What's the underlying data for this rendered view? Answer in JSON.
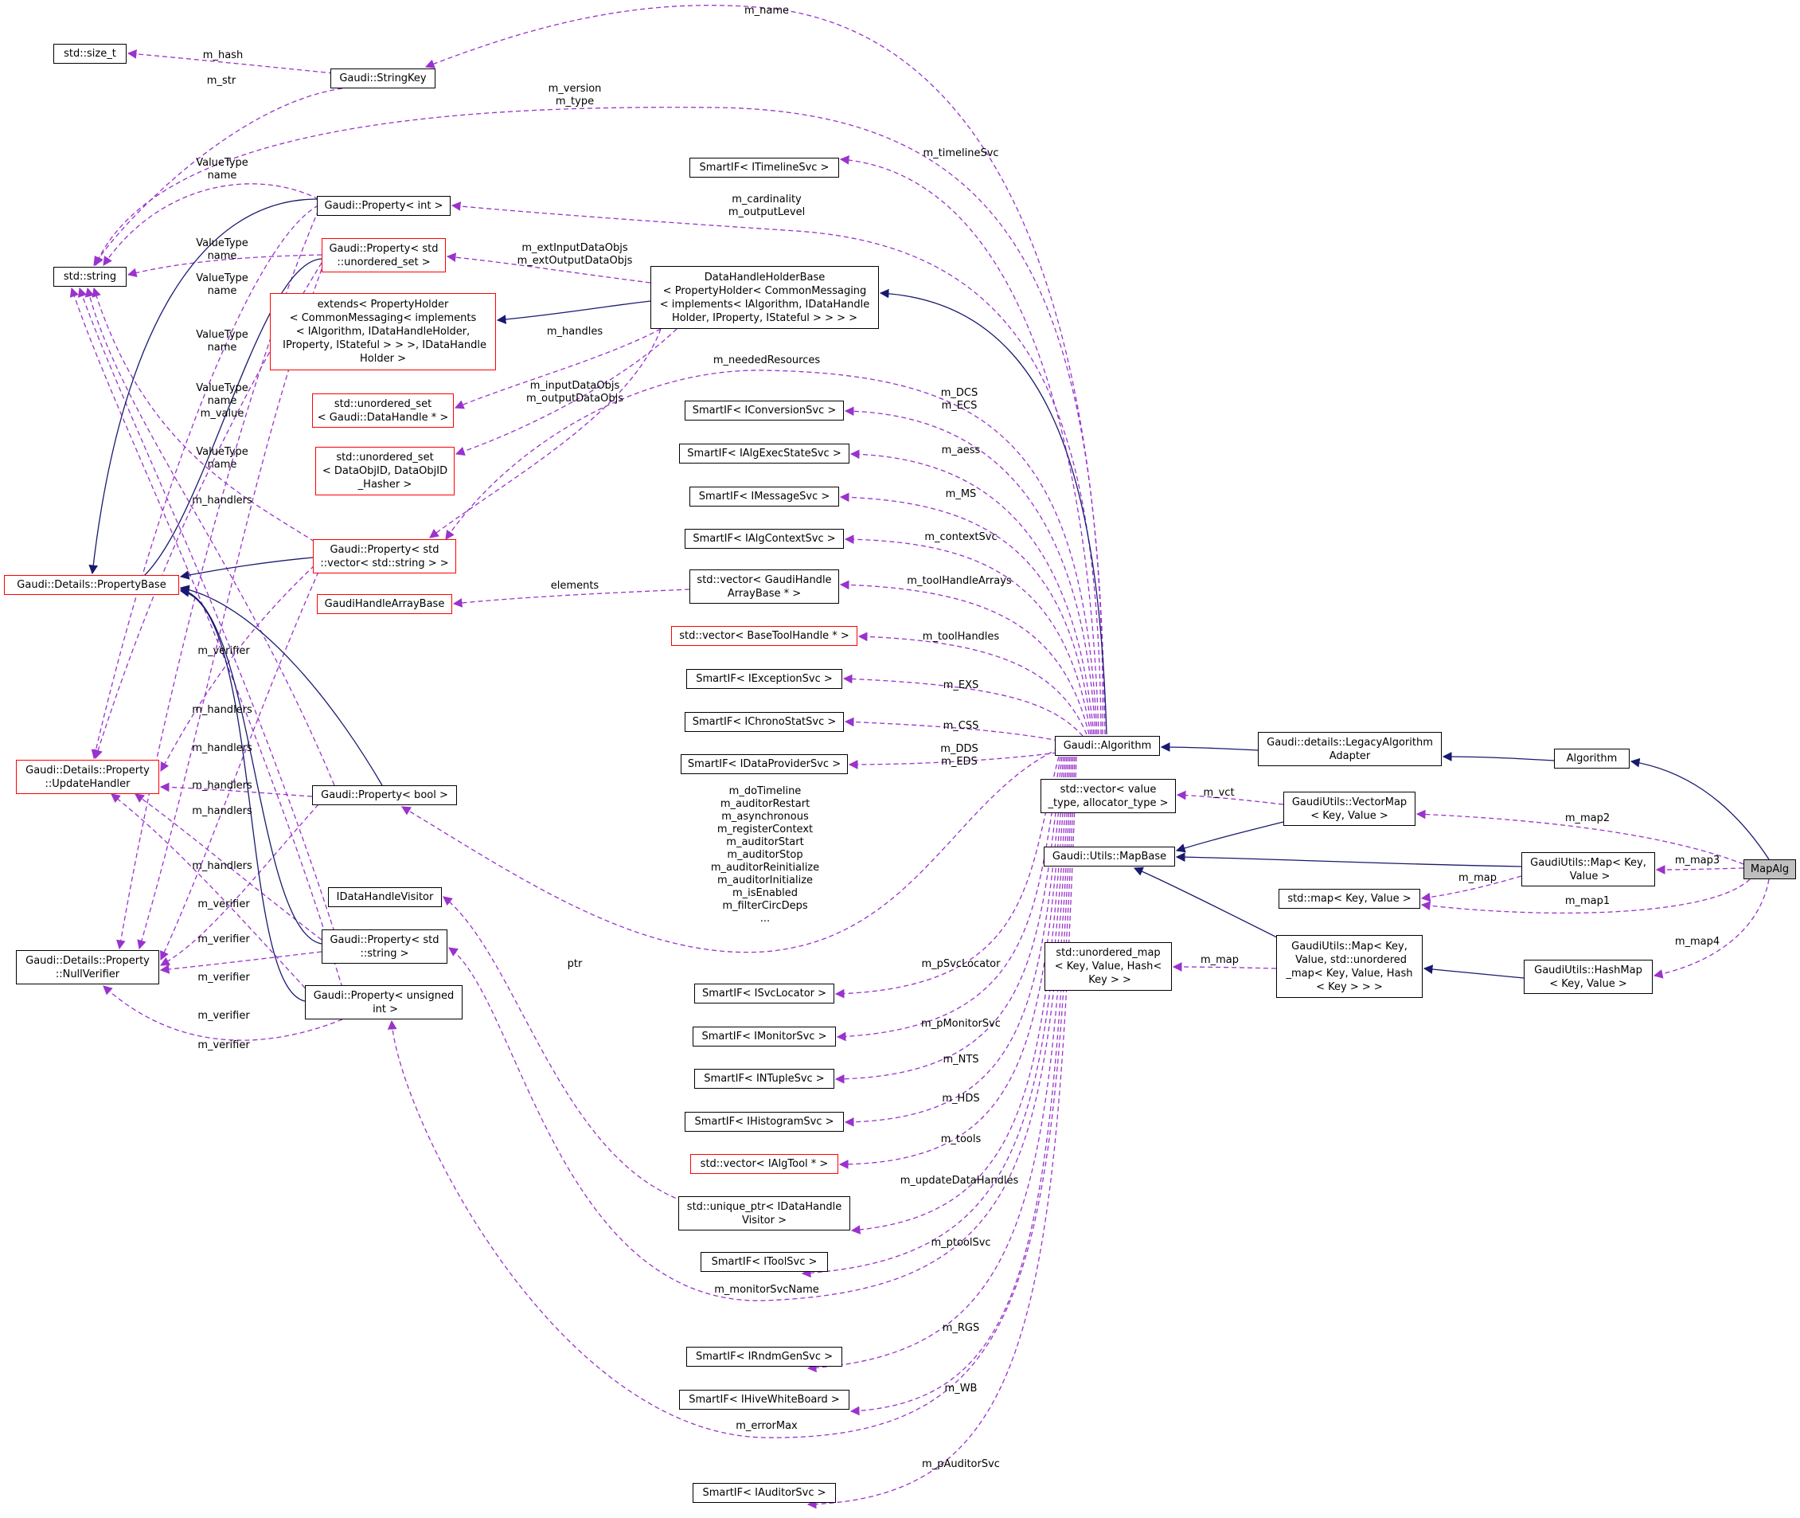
{
  "colors": {
    "inherit": "#191970",
    "usage": "#9a32cd",
    "node_border": "#000000",
    "incomplete_border": "#ff0000",
    "focus_fill": "#bfbfbf"
  },
  "nodes": {
    "size_t": "std::size_t",
    "stringkey": "Gaudi::StringKey",
    "stdstring": "std::string",
    "prop_int": "Gaudi::Property< int >",
    "prop_uset": "Gaudi::Property< std\n::unordered_set >",
    "extends": "extends< PropertyHolder\n< CommonMessaging< implements\n< IAlgorithm, IDataHandleHolder,\n IProperty, IStateful > > >, IDataHandle\nHolder >",
    "dhhb": "DataHandleHolderBase\n< PropertyHolder< CommonMessaging\n< implements< IAlgorithm, IDataHandle\nHolder, IProperty, IStateful > > > >",
    "uset_dh": "std::unordered_set\n< Gaudi::DataHandle * >",
    "uset_doid": "std::unordered_set\n< DataObjID, DataObjID\n_Hasher >",
    "prop_vec": "Gaudi::Property< std\n::vector< std::string > >",
    "propbase": "Gaudi::Details::PropertyBase",
    "gharraybase": "GaudiHandleArrayBase",
    "updhandler": "Gaudi::Details::Property\n::UpdateHandler",
    "prop_bool": "Gaudi::Property< bool >",
    "idhv": "IDataHandleVisitor",
    "nullverifier": "Gaudi::Details::Property\n::NullVerifier",
    "prop_string": "Gaudi::Property< std\n::string >",
    "prop_uint": "Gaudi::Property< unsigned\n int >",
    "timeline": "SmartIF< ITimelineSvc >",
    "conversion": "SmartIF< IConversionSvc >",
    "algexec": "SmartIF< IAlgExecStateSvc >",
    "message": "SmartIF< IMessageSvc >",
    "algctx": "SmartIF< IAlgContextSvc >",
    "vec_gha": "std::vector< GaudiHandle\nArrayBase * >",
    "vec_bth": "std::vector< BaseToolHandle * >",
    "exception": "SmartIF< IExceptionSvc >",
    "chrono": "SmartIF< IChronoStatSvc >",
    "dataprov": "SmartIF< IDataProviderSvc >",
    "svcloc": "SmartIF< ISvcLocator >",
    "monitor": "SmartIF< IMonitorSvc >",
    "ntuple": "SmartIF< INTupleSvc >",
    "histo": "SmartIF< IHistogramSvc >",
    "vec_algtool": "std::vector< IAlgTool * >",
    "uptr_dhv": "std::unique_ptr< IDataHandle\nVisitor >",
    "toolsvc": "SmartIF< IToolSvc >",
    "rndm": "SmartIF< IRndmGenSvc >",
    "hive": "SmartIF< IHiveWhiteBoard >",
    "auditor": "SmartIF< IAuditorSvc >",
    "algorithm_g": "Gaudi::Algorithm",
    "legacy": "Gaudi::details::LegacyAlgorithm\nAdapter",
    "algorithm": "Algorithm",
    "vec_value": "std::vector< value\n_type, allocator_type >",
    "mapbase": "Gaudi::Utils::MapBase",
    "vectormap": "GaudiUtils::VectorMap\n< Key, Value >",
    "gu_map": "GaudiUtils::Map< Key,\n Value >",
    "std_map": "std::map< Key, Value >",
    "umap": "std::unordered_map\n< Key, Value, Hash<\n Key > >",
    "gu_map_umap": "GaudiUtils::Map< Key,\n Value, std::unordered\n_map< Key, Value, Hash\n< Key > > >",
    "hashmap": "GaudiUtils::HashMap\n< Key, Value >",
    "mapalg": "MapAlg"
  },
  "edge_labels": {
    "m_name": "m_name",
    "m_hash": "m_hash",
    "m_str": "m_str",
    "m_version_type": "m_version\nm_type",
    "vt_name_1": "ValueType\nname",
    "vt_name_2": "ValueType\nname",
    "vt_name_3": "ValueType\nname",
    "vt_name_4": "ValueType\nname",
    "vt_name_value": "ValueType\nname\nm_value",
    "vt_name_5": "ValueType\nname",
    "m_timelineSvc": "m_timelineSvc",
    "card_output": "m_cardinality\nm_outputLevel",
    "ext_in_out": "m_extInputDataObjs\nm_extOutputDataObjs",
    "m_handles_dhhb": "m_handles",
    "in_out_objs": "m_inputDataObjs\nm_outputDataObjs",
    "m_neededResources": "m_neededResources",
    "m_handlers_1": "m_handlers",
    "dcs_ecs": "m_DCS\nm_ECS",
    "m_aess": "m_aess",
    "m_MS": "m_MS",
    "m_contextSvc": "m_contextSvc",
    "elements": "elements",
    "m_toolHandleArrays": "m_toolHandleArrays",
    "m_toolHandles": "m_toolHandles",
    "m_verifier_1": "m_verifier",
    "m_handlers_2": "m_handlers",
    "m_EXS": "m_EXS",
    "m_CSS": "m_CSS",
    "m_handlers_3": "m_handlers",
    "dds_eds": "m_DDS\nm_EDS",
    "m_handlers_4": "m_handlers",
    "m_handlers_5": "m_handlers",
    "m_handlers_6": "m_handlers",
    "bool_members": "m_doTimeline\nm_auditorRestart\nm_asynchronous\nm_registerContext\nm_auditorStart\nm_auditorStop\nm_auditorReinitialize\nm_auditorInitialize\nm_isEnabled\nm_filterCircDeps\n...",
    "m_verifier_2": "m_verifier",
    "m_verifier_3": "m_verifier",
    "m_verifier_4": "m_verifier",
    "m_verifier_5": "m_verifier",
    "m_verifier_6": "m_verifier",
    "ptr": "ptr",
    "m_pSvcLocator": "m_pSvcLocator",
    "m_pMonitorSvc": "m_pMonitorSvc",
    "m_NTS": "m_NTS",
    "m_HDS": "m_HDS",
    "m_tools": "m_tools",
    "m_updateDataHandles": "m_updateDataHandles",
    "m_ptoolSvc": "m_ptoolSvc",
    "m_monitorSvcName": "m_monitorSvcName",
    "m_RGS": "m_RGS",
    "m_WB": "m_WB",
    "m_errorMax": "m_errorMax",
    "m_pAuditorSvc": "m_pAuditorSvc",
    "m_vct": "m_vct",
    "m_map2": "m_map2",
    "m_map3": "m_map3",
    "m_map_std": "m_map",
    "m_map1": "m_map1",
    "m_map_umap": "m_map",
    "m_map4": "m_map4"
  }
}
